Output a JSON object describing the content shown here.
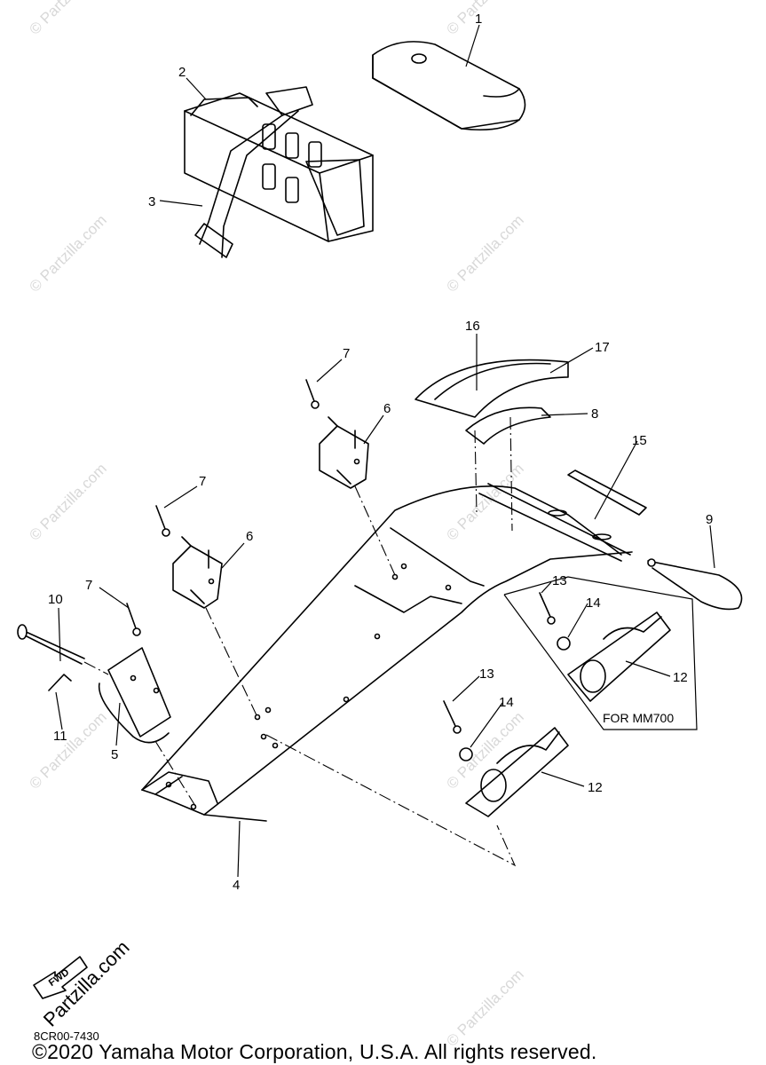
{
  "callouts": {
    "c1": "1",
    "c2": "2",
    "c3": "3",
    "c4": "4",
    "c5": "5",
    "c6a": "6",
    "c6b": "6",
    "c7a": "7",
    "c7b": "7",
    "c7c": "7",
    "c8": "8",
    "c9": "9",
    "c10": "10",
    "c11": "11",
    "c12a": "12",
    "c12b": "12",
    "c13a": "13",
    "c13b": "13",
    "c14a": "14",
    "c14b": "14",
    "c15": "15",
    "c16": "16",
    "c17": "17"
  },
  "variant_note": "FOR MM700",
  "fwd_label": "FWD",
  "diagram_code": "8CR00-7430",
  "copyright": "©2020 Yamaha Motor Corporation, U.S.A. All rights reserved.",
  "watermark": "© Partzilla.com",
  "watermark_large": "Partzilla.com"
}
